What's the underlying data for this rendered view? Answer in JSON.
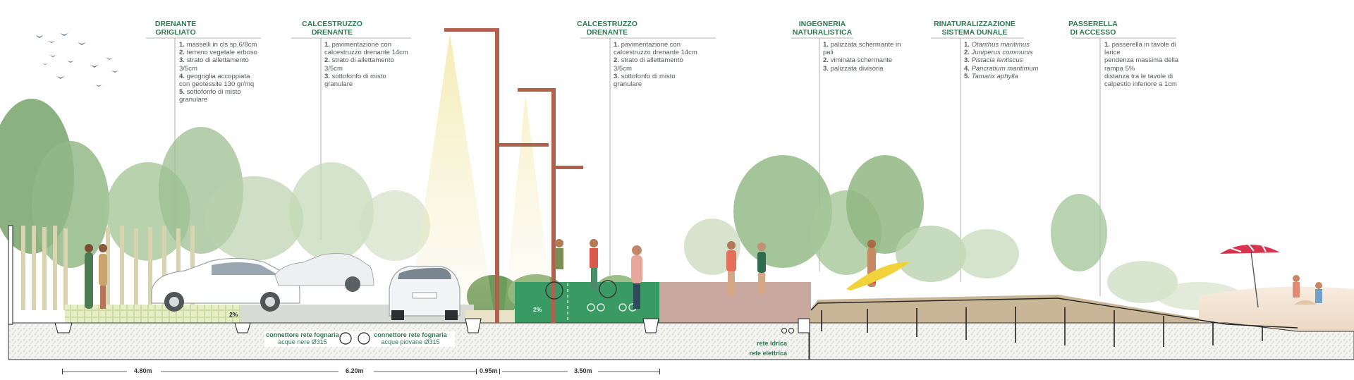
{
  "callouts": [
    {
      "title": "DRENANTE\nGRIGLIATO",
      "items": [
        {
          "n": "1.",
          "t": "masselli in cls sp.6/8cm"
        },
        {
          "n": "2.",
          "t": "terreno vegetale erboso"
        },
        {
          "n": "3.",
          "t": "strato di allettamento 3/5cm"
        },
        {
          "n": "4.",
          "t": "geogriglia accoppiata con geotessile 130 gr/mq"
        },
        {
          "n": "5.",
          "t": "sottofonfo di misto granulare"
        }
      ]
    },
    {
      "title": "CALCESTRUZZO\nDRENANTE",
      "items": [
        {
          "n": "1.",
          "t": "pavimentazione con calcestruzzo drenante 14cm"
        },
        {
          "n": "2.",
          "t": "strato di allettamento 3/5cm"
        },
        {
          "n": "3.",
          "t": "sottofonfo di misto granulare"
        }
      ]
    },
    {
      "title": "CALCESTRUZZO\nDRENANTE",
      "items": [
        {
          "n": "1.",
          "t": "pavimentazione con calcestruzzo drenante 14cm"
        },
        {
          "n": "2.",
          "t": "strato di allettamento 3/5cm"
        },
        {
          "n": "3.",
          "t": "sottofonfo di misto granulare"
        }
      ]
    },
    {
      "title": "INGEGNERIA\nNATURALISTICA",
      "items": [
        {
          "n": "1.",
          "t": "palizzata schermante in pali"
        },
        {
          "n": "2.",
          "t": "viminata schermante"
        },
        {
          "n": "3.",
          "t": "palizzata divisoria"
        }
      ]
    },
    {
      "title": "RINATURALIZZAZIONE\nSISTEMA DUNALE",
      "italic": true,
      "items": [
        {
          "n": "1.",
          "t": "Otanthus maritimus"
        },
        {
          "n": "2.",
          "t": "Juniperus communis"
        },
        {
          "n": "3.",
          "t": "Pistacia lentiscus"
        },
        {
          "n": "4.",
          "t": "Pancratium maritimum"
        },
        {
          "n": "5.",
          "t": "Tamarix aphylla"
        }
      ]
    },
    {
      "title": "PASSERELLA\nDI ACCESSO",
      "items": [
        {
          "n": "1.",
          "t": "passerella in tavole di larice"
        },
        {
          "n": "",
          "t": "pendenza massima della rampa 5%"
        },
        {
          "n": "",
          "t": "distanza tra le tavole di calpestio inferiore a 1cm"
        }
      ]
    }
  ],
  "underground": {
    "sewer_label": "connettore rete fognaria",
    "sewer_black": "acque nere Ø315",
    "sewer_label2": "connettore rete fognaria",
    "sewer_white": "acque piovane Ø315",
    "water": "rete idrica",
    "electric": "rete elettrica"
  },
  "slopes": [
    "2%",
    "2%"
  ],
  "dimensions": [
    "4.80m",
    "6.20m",
    "0.95m",
    "3.50m"
  ],
  "colors": {
    "accent_green": "#2f7a54",
    "bike_lane": "#3a9a63",
    "pole": "#b0614e",
    "pink_path": "#c9a8a0",
    "deck": "#c8b696",
    "umbrella": "#d8344f"
  }
}
